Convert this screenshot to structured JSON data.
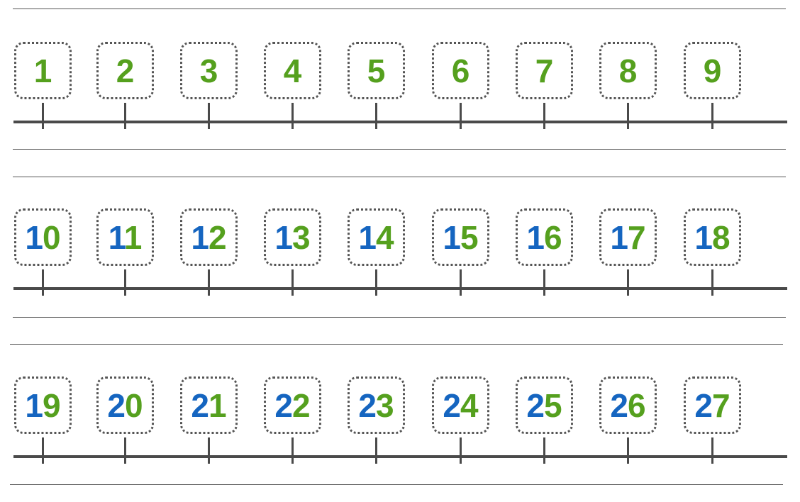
{
  "colors": {
    "tens_digit": "#1565c0",
    "ones_digit": "#55a01e",
    "lines": "#4a4a4a"
  },
  "rows": [
    {
      "numbers": [
        {
          "tens": "",
          "ones": "1"
        },
        {
          "tens": "",
          "ones": "2"
        },
        {
          "tens": "",
          "ones": "3"
        },
        {
          "tens": "",
          "ones": "4"
        },
        {
          "tens": "",
          "ones": "5"
        },
        {
          "tens": "",
          "ones": "6"
        },
        {
          "tens": "",
          "ones": "7"
        },
        {
          "tens": "",
          "ones": "8"
        },
        {
          "tens": "",
          "ones": "9"
        }
      ]
    },
    {
      "numbers": [
        {
          "tens": "1",
          "ones": "0"
        },
        {
          "tens": "1",
          "ones": "1"
        },
        {
          "tens": "1",
          "ones": "2"
        },
        {
          "tens": "1",
          "ones": "3"
        },
        {
          "tens": "1",
          "ones": "4"
        },
        {
          "tens": "1",
          "ones": "5"
        },
        {
          "tens": "1",
          "ones": "6"
        },
        {
          "tens": "1",
          "ones": "7"
        },
        {
          "tens": "1",
          "ones": "8"
        }
      ]
    },
    {
      "numbers": [
        {
          "tens": "1",
          "ones": "9"
        },
        {
          "tens": "2",
          "ones": "0"
        },
        {
          "tens": "2",
          "ones": "1"
        },
        {
          "tens": "2",
          "ones": "2"
        },
        {
          "tens": "2",
          "ones": "3"
        },
        {
          "tens": "2",
          "ones": "4"
        },
        {
          "tens": "2",
          "ones": "5"
        },
        {
          "tens": "2",
          "ones": "6"
        },
        {
          "tens": "2",
          "ones": "7"
        }
      ]
    }
  ]
}
